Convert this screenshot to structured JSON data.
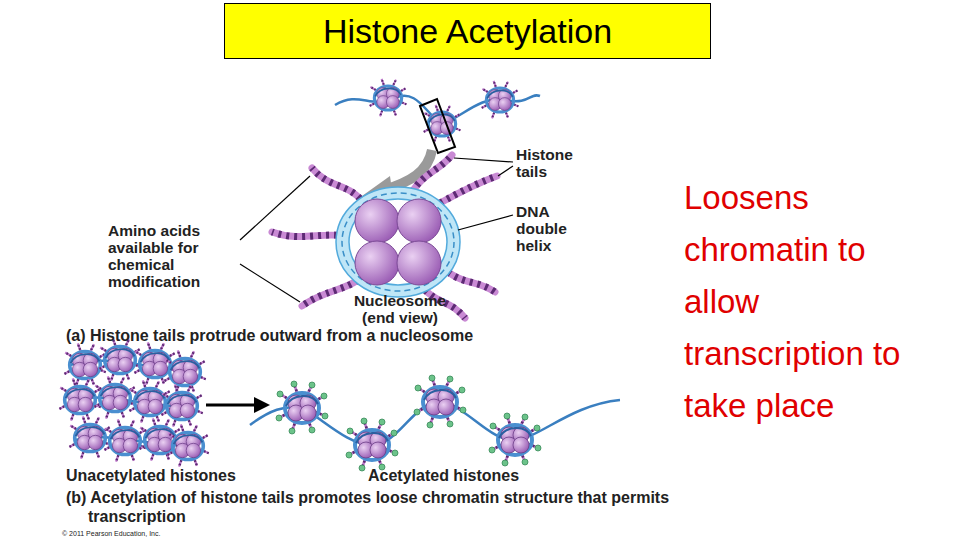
{
  "diagram": {
    "title": "Histone Acetylation",
    "labels": [
      "Histone tails",
      "DNA double helix",
      "Amino acids available for chemical modification",
      "Nucleosome (end view)",
      "(a) Histone tails protrude outward from a nucleosome",
      "Unacetylated histones",
      "Acetylated histones",
      "(b) Acetylation of histone tails promotes loose chromatin structure that permits transcription",
      "© 2011 Pearson Education, Inc.",
      "Loosens chromatin to allow transcription to take place"
    ]
  }
}
